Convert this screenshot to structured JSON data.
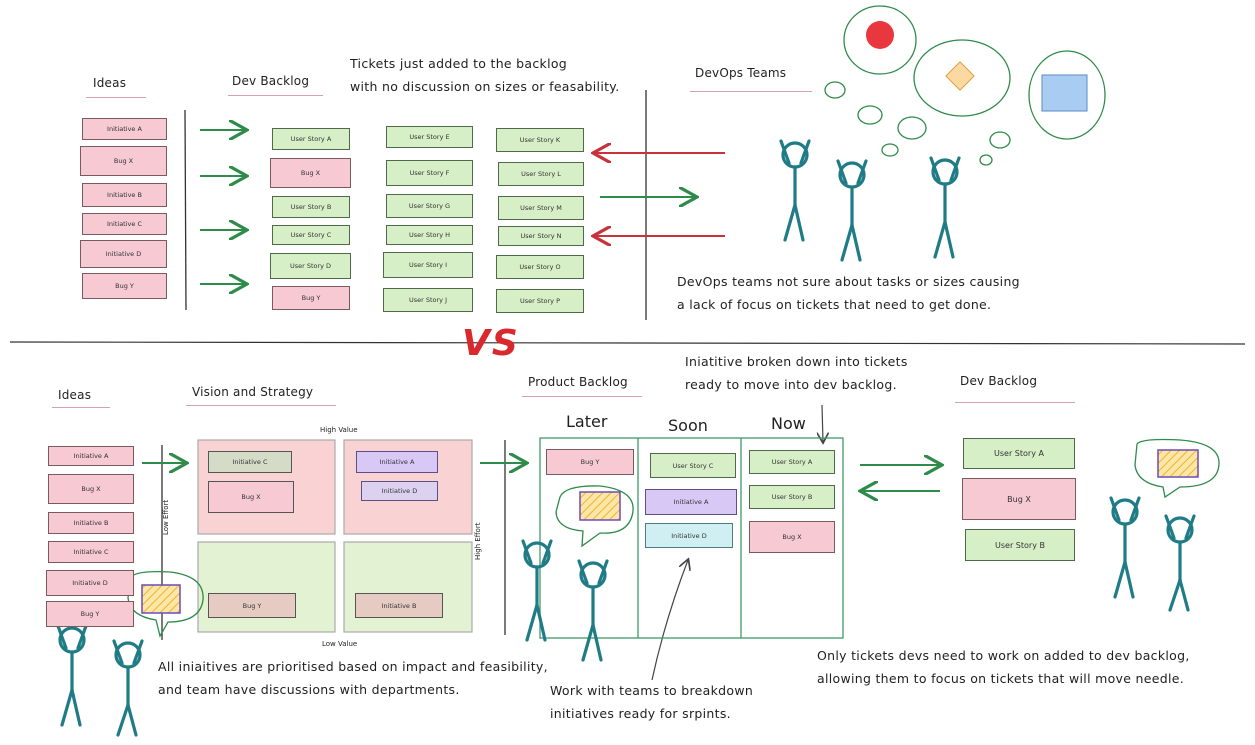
{
  "top": {
    "ideas_title": "Ideas",
    "dev_backlog_title": "Dev Backlog",
    "devops_title": "DevOps Teams",
    "backlog_note_line1": "Tickets just added to the backlog",
    "backlog_note_line2": "with no discussion on sizes or feasability.",
    "devops_note_line1": "DevOps teams not sure about tasks or sizes causing",
    "devops_note_line2": "a lack of focus on tickets that need to get done.",
    "ideas": [
      "Initiative A",
      "Bug X",
      "Initiative B",
      "Initiative C",
      "Initiative D",
      "Bug Y"
    ],
    "col1": [
      "User Story A",
      "Bug X",
      "User Story B",
      "User Story C",
      "User Story D",
      "Bug Y"
    ],
    "col2": [
      "User Story E",
      "User Story F",
      "User Story G",
      "User Story H",
      "User Story I",
      "User Story J"
    ],
    "col3": [
      "User Story K",
      "User Story L",
      "User Story M",
      "User Story N",
      "User Story O",
      "User Story P"
    ]
  },
  "divider": {
    "vs": "VS"
  },
  "bottom": {
    "ideas_title": "Ideas",
    "vision_title": "Vision and Strategy",
    "product_backlog_title": "Product Backlog",
    "dev_backlog_title": "Dev Backlog",
    "ideas": [
      "Initiative A",
      "Bug X",
      "Initiative B",
      "Initiative C",
      "Initiative D",
      "Bug Y"
    ],
    "matrix": {
      "high_value": "High Value",
      "low_value": "Low Value",
      "low_effort": "Low Effort",
      "high_effort": "High Effort",
      "q_tl": [
        "Initiative C",
        "Bug X"
      ],
      "q_tr": [
        "Initiative A",
        "Initiative D"
      ],
      "q_bl": [
        "Bug Y"
      ],
      "q_br": [
        "Initiative B"
      ]
    },
    "board": {
      "later": "Later",
      "soon": "Soon",
      "now": "Now",
      "later_cards": [
        "Bug Y"
      ],
      "soon_cards": [
        "User Story C",
        "Initiative A",
        "Initiative D"
      ],
      "now_cards": [
        "User Story A",
        "User Story B",
        "Bug X"
      ]
    },
    "dev_cards": [
      "User Story A",
      "Bug X",
      "User Story B"
    ],
    "breakdown_note_line1": "Iniatitive broken down into tickets",
    "breakdown_note_line2": "ready to move into dev backlog.",
    "prioritise_note_line1": "All iniaitives are prioritised based on impact and feasibility,",
    "prioritise_note_line2": "and team have discussions with departments.",
    "teams_note_line1": "Work with teams to breakdown",
    "teams_note_line2": "initiatives ready for srpints.",
    "focus_note_line1": "Only tickets devs need to work on added to dev backlog,",
    "focus_note_line2": "allowing them to focus on tickets that will move needle."
  },
  "colors": {
    "green_arrow": "#2e8b4a",
    "red_arrow": "#c8323a",
    "figure": "#1f7c86",
    "vs": "#d9292f"
  }
}
